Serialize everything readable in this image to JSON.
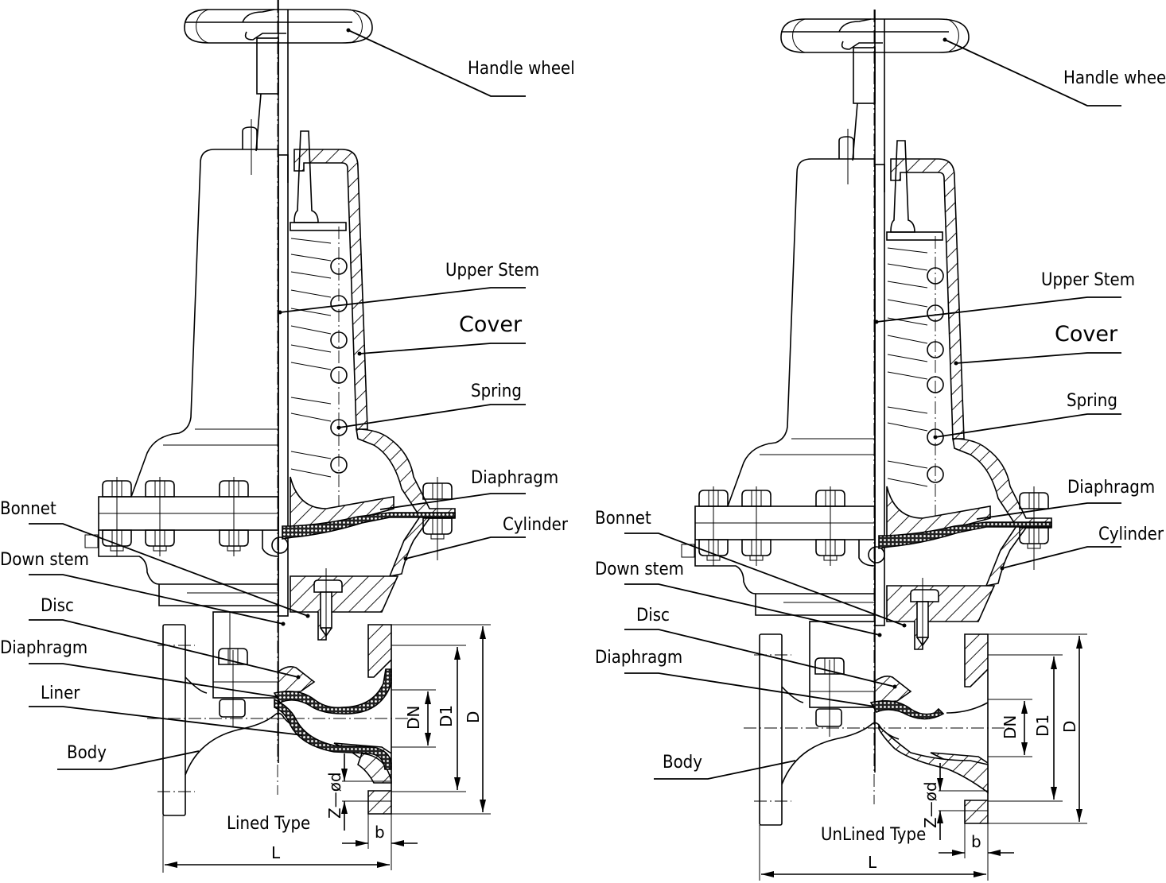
{
  "diagram": {
    "title": "Diaphragm Valve Cross-Section (Lined vs. UnLined)",
    "views": [
      {
        "id": "lined",
        "caption": "Lined Type",
        "labels": {
          "handle_wheel": "Handle wheel",
          "upper_stem": "Upper Stem",
          "cover": "Cover",
          "spring": "Spring",
          "diaphragm_upper": "Diaphragm",
          "cylinder": "Cylinder",
          "bonnet": "Bonnet",
          "down_stem": "Down stem",
          "disc": "Disc",
          "diaphragm_lower": "Diaphragm",
          "liner": "Liner",
          "body": "Body"
        },
        "dimensions": {
          "dn": "DN",
          "d1": "D1",
          "d": "D",
          "bolt_holes": "Z—ød",
          "flange_thickness": "b",
          "length": "L"
        }
      },
      {
        "id": "unlined",
        "caption": "UnLined Type",
        "labels": {
          "handle_wheel": "Handle wheel",
          "upper_stem": "Upper Stem",
          "cover": "Cover",
          "spring": "Spring",
          "diaphragm_upper": "Diaphragm",
          "cylinder": "Cylinder",
          "bonnet": "Bonnet",
          "down_stem": "Down stem",
          "disc": "Disc",
          "diaphragm_lower": "Diaphragm",
          "body": "Body"
        },
        "dimensions": {
          "dn": "DN",
          "d1": "D1",
          "d": "D",
          "bolt_holes": "Z—ød",
          "flange_thickness": "b",
          "length": "L"
        }
      }
    ]
  }
}
